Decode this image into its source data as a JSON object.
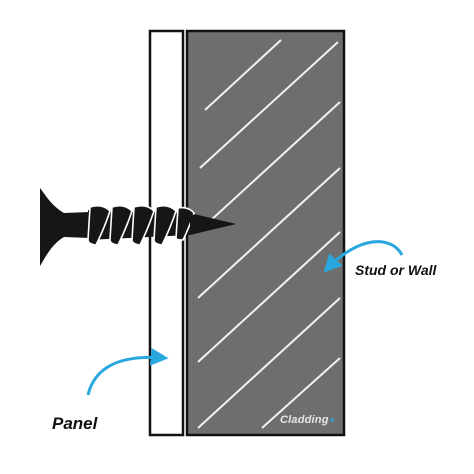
{
  "labels": {
    "panel": "Panel",
    "stud_or_wall": "Stud or Wall"
  },
  "watermark": {
    "text": "Cladding",
    "mark": "+"
  },
  "colors": {
    "wall_fill": "#6e6e6e",
    "outline": "#111111",
    "hatch": "#f2f2f2",
    "arrow": "#29a8e0",
    "screw": "#161616"
  },
  "icons": {
    "screw": "screw-icon",
    "panel_arrow": "curved-arrow-icon",
    "wall_arrow": "curved-arrow-icon"
  }
}
